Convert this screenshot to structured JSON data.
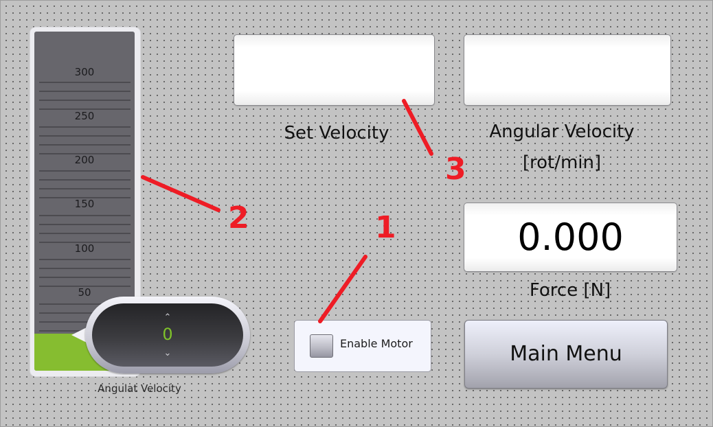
{
  "gauge": {
    "ticks": [
      "300",
      "250",
      "200",
      "150",
      "100",
      "50"
    ],
    "caption": "Angulat Velocity",
    "fill_color": "#86bd30"
  },
  "spinner": {
    "up_icon": "⌃",
    "down_icon": "⌄",
    "value": "0",
    "value_color": "#7fc22a"
  },
  "set_velocity": {
    "value": "",
    "label": "Set Velocity"
  },
  "angular_velocity": {
    "value": "",
    "label_line1": "Angular Velocity",
    "label_line2": "[rot/min]"
  },
  "force": {
    "value": "0.000",
    "label": "Force [N]"
  },
  "enable_motor": {
    "label": "Enable Motor",
    "checked": false
  },
  "main_menu": {
    "label": "Main Menu"
  },
  "annotations": {
    "one": "1",
    "two": "2",
    "three": "3",
    "color": "#ee1c25"
  }
}
